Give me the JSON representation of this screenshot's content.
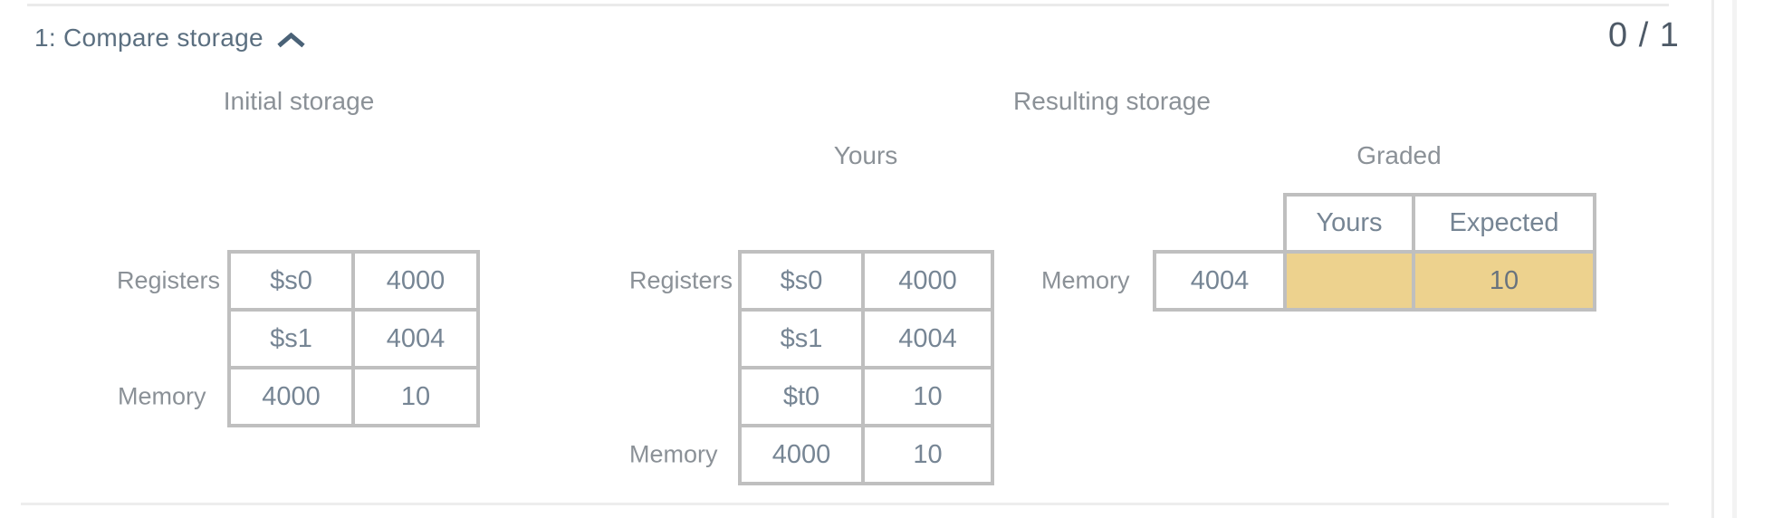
{
  "panel": {
    "title": "1: Compare storage",
    "score": "0 / 1",
    "collapse_icon": "chevron-up"
  },
  "initial_storage": {
    "heading": "Initial storage",
    "registers_label": "Registers",
    "memory_label": "Memory",
    "rows": [
      {
        "key": "$s0",
        "value": "4000"
      },
      {
        "key": "$s1",
        "value": "4004"
      },
      {
        "key": "4000",
        "value": "10"
      }
    ]
  },
  "resulting_storage": {
    "heading": "Resulting storage",
    "yours": {
      "subheading": "Yours",
      "registers_label": "Registers",
      "memory_label": "Memory",
      "rows": [
        {
          "key": "$s0",
          "value": "4000"
        },
        {
          "key": "$s1",
          "value": "4004"
        },
        {
          "key": "$t0",
          "value": "10"
        },
        {
          "key": "4000",
          "value": "10"
        }
      ]
    },
    "graded": {
      "subheading": "Graded",
      "memory_label": "Memory",
      "columns": {
        "yours": "Yours",
        "expected": "Expected"
      },
      "row": {
        "address": "4004",
        "yours_value": "",
        "expected_value": "10"
      }
    }
  },
  "colors": {
    "highlight_mismatch": "#edd28e",
    "table_border": "#bfbfbf",
    "cell_text": "#768594",
    "heading_text": "#8b9197",
    "title_text": "#5b6f80"
  }
}
